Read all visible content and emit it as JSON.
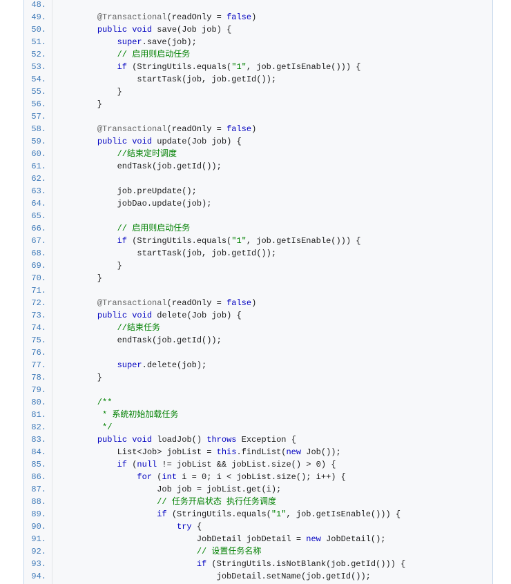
{
  "code": {
    "lines": [
      {
        "num": "48.",
        "text": ""
      },
      {
        "num": "49.",
        "text": "    @Transactional(readOnly = false)"
      },
      {
        "num": "50.",
        "text": "    public void save(Job job) {"
      },
      {
        "num": "51.",
        "text": "        super.save(job);"
      },
      {
        "num": "52.",
        "text": "        // 启用则启动任务"
      },
      {
        "num": "53.",
        "text": "        if (StringUtils.equals(\"1\", job.getIsEnable())) {"
      },
      {
        "num": "54.",
        "text": "            startTask(job, job.getId());"
      },
      {
        "num": "55.",
        "text": "        }"
      },
      {
        "num": "56.",
        "text": "    }"
      },
      {
        "num": "57.",
        "text": ""
      },
      {
        "num": "58.",
        "text": "    @Transactional(readOnly = false)"
      },
      {
        "num": "59.",
        "text": "    public void update(Job job) {"
      },
      {
        "num": "60.",
        "text": "        //结束定时调度"
      },
      {
        "num": "61.",
        "text": "        endTask(job.getId());"
      },
      {
        "num": "62.",
        "text": ""
      },
      {
        "num": "63.",
        "text": "        job.preUpdate();"
      },
      {
        "num": "64.",
        "text": "        jobDao.update(job);"
      },
      {
        "num": "65.",
        "text": ""
      },
      {
        "num": "66.",
        "text": "        // 启用则启动任务"
      },
      {
        "num": "67.",
        "text": "        if (StringUtils.equals(\"1\", job.getIsEnable())) {"
      },
      {
        "num": "68.",
        "text": "            startTask(job, job.getId());"
      },
      {
        "num": "69.",
        "text": "        }"
      },
      {
        "num": "70.",
        "text": "    }"
      },
      {
        "num": "71.",
        "text": ""
      },
      {
        "num": "72.",
        "text": "    @Transactional(readOnly = false)"
      },
      {
        "num": "73.",
        "text": "    public void delete(Job job) {"
      },
      {
        "num": "74.",
        "text": "        //结束任务"
      },
      {
        "num": "75.",
        "text": "        endTask(job.getId());"
      },
      {
        "num": "76.",
        "text": ""
      },
      {
        "num": "77.",
        "text": "        super.delete(job);"
      },
      {
        "num": "78.",
        "text": "    }"
      },
      {
        "num": "79.",
        "text": ""
      },
      {
        "num": "80.",
        "text": "    /**"
      },
      {
        "num": "81.",
        "text": "     * 系统初始加载任务"
      },
      {
        "num": "82.",
        "text": "     */"
      },
      {
        "num": "83.",
        "text": "    public void loadJob() throws Exception {"
      },
      {
        "num": "84.",
        "text": "        List<Job> jobList = this.findList(new Job());"
      },
      {
        "num": "85.",
        "text": "        if (null != jobList && jobList.size() > 0) {"
      },
      {
        "num": "86.",
        "text": "            for (int i = 0; i < jobList.size(); i++) {"
      },
      {
        "num": "87.",
        "text": "                Job job = jobList.get(i);"
      },
      {
        "num": "88.",
        "text": "                // 任务开启状态 执行任务调度"
      },
      {
        "num": "89.",
        "text": "                if (StringUtils.equals(\"1\", job.getIsEnable())) {"
      },
      {
        "num": "90.",
        "text": "                    try {"
      },
      {
        "num": "91.",
        "text": "                        JobDetail jobDetail = new JobDetail();"
      },
      {
        "num": "92.",
        "text": "                        // 设置任务名称"
      },
      {
        "num": "93.",
        "text": "                        if (StringUtils.isNotBlank(job.getId())) {"
      },
      {
        "num": "94.",
        "text": "                            jobDetail.setName(job.getId());"
      }
    ]
  }
}
